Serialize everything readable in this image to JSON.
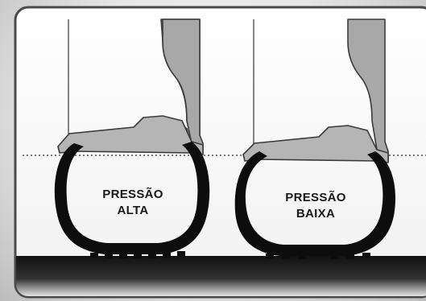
{
  "tires": [
    {
      "id": "high",
      "label_line1": "PRESSÃO",
      "label_line2": "ALTA"
    },
    {
      "id": "low",
      "label_line1": "PRESSÃO",
      "label_line2": "BAIXA"
    }
  ],
  "colors": {
    "frame": "#4a4a4a",
    "wheel_fill": "#a8a8a8",
    "wheel_stroke": "#3a3a3a",
    "tire": "#0d0d0d",
    "road_top": "#1c1c1c",
    "road_bottom": "#f2f2f2",
    "reference_line": "#555555"
  }
}
